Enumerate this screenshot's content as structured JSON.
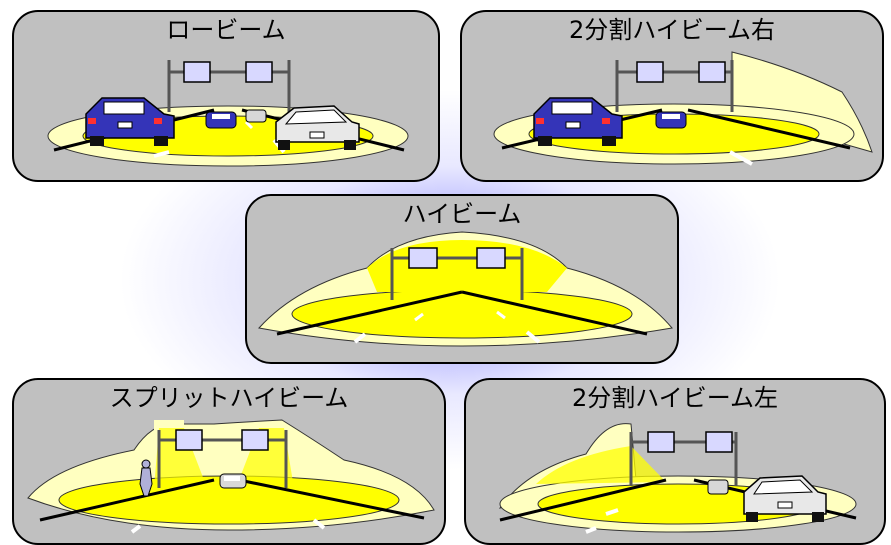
{
  "panels": {
    "low_beam": {
      "title": "ロービーム"
    },
    "split_right": {
      "title": "2分割ハイビーム右"
    },
    "high_beam": {
      "title": "ハイビーム"
    },
    "split_beam": {
      "title": "スプリットハイビーム"
    },
    "split_left": {
      "title": "2分割ハイビーム左"
    }
  },
  "colors": {
    "panel_bg": "#c0c0c0",
    "beam_yellow": "#ffff00",
    "beam_pale": "#ffffc0",
    "car_blue": "#3434b8",
    "car_white": "#e8e8e8",
    "sign_fill": "#d8d8ff",
    "glow": "#5f5fff"
  },
  "icons": [
    "car-icon",
    "gantry-sign-icon",
    "pedestrian-icon",
    "road-icon"
  ]
}
